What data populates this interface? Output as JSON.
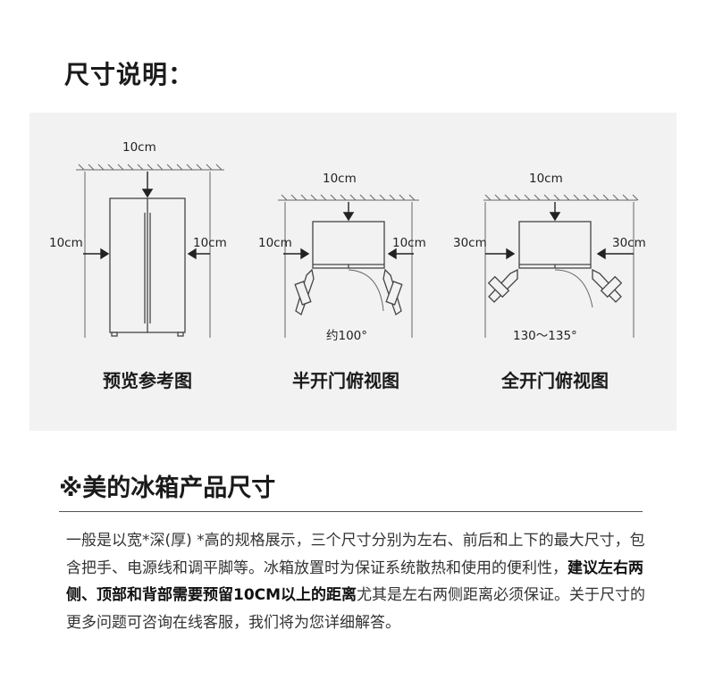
{
  "page_title": "尺寸说明：",
  "diagrams": [
    {
      "top_label": "10cm",
      "left_label": "10cm",
      "right_label": "10cm",
      "angle_label": "",
      "title": "预览参考图"
    },
    {
      "top_label": "10cm",
      "left_label": "10cm",
      "right_label": "10cm",
      "angle_label": "约100°",
      "title": "半开门俯视图"
    },
    {
      "top_label": "10cm",
      "left_label": "30cm",
      "right_label": "30cm",
      "angle_label": "130～135°",
      "title": "全开门俯视图"
    }
  ],
  "section": {
    "title": "※美的冰箱产品尺寸"
  },
  "description": {
    "part1": "一般是以宽*深(厚) *高的规格展示，三个尺寸分别为左右、前后和上下的最大尺寸，包含把手、电源线和调平脚等。冰箱放置时为保证系统散热和使用的便利性，",
    "bold": "建议左右两侧、顶部和背部需要预留10CM以上的距离",
    "part2": "尤其是左右两侧距离必须保证。关于尺寸的更多问题可咨询在线客服，我们将为您详细解答。"
  }
}
